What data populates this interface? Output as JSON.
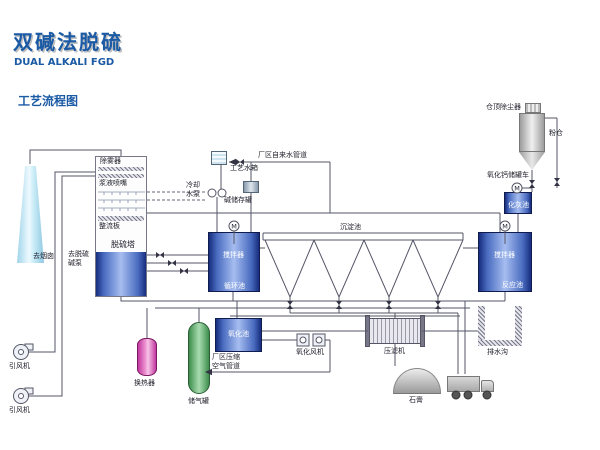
{
  "header": {
    "title": "双碱法脱硫",
    "subtitle": "DUAL ALKALI FGD",
    "section": "工艺流程图"
  },
  "labels": {
    "to_chimney": "去烟囱",
    "to_pump": "去脱硫\n碱泵",
    "demister": "除雾器",
    "nozzle": "浆液喷嘴",
    "rectifier": "整流板",
    "tower": "脱硫塔",
    "id_fan": "引风机",
    "heat_exchanger": "换热器",
    "gas_tank": "储气罐",
    "process_water_tank": "工艺水箱",
    "plant_water": "厂区自来水管道",
    "cooling_pump": "冷却\n水泵",
    "alkali_tank": "碱储存罐",
    "agitator": "搅拌器",
    "circulation_pool": "循环池",
    "sedimentation_pool": "沉淀池",
    "silo_dust_collector": "仓顶除尘器",
    "powder_silo": "粉仓",
    "cao_tanker": "氧化钙储罐车",
    "slaking_pool": "化灰池",
    "reaction_pool": "反应池",
    "oxidation_pool": "氧化池",
    "oxidation_fan": "氧化风机",
    "compressed_air": "厂区压缩\n空气管道",
    "filter_press": "压滤机",
    "drain_ditch": "排水沟",
    "gypsum": "石膏"
  },
  "symbols": {
    "motor": "M"
  },
  "colors": {
    "accent_blue": "#1b5aa5",
    "tank_blue_dark": "#172d7d",
    "tank_blue_light": "#a6bdf0",
    "chimney_cyan": "#cdeef8",
    "heat_exchanger_pink": "#c1379f",
    "gas_tank_green": "#3e8e4e"
  }
}
